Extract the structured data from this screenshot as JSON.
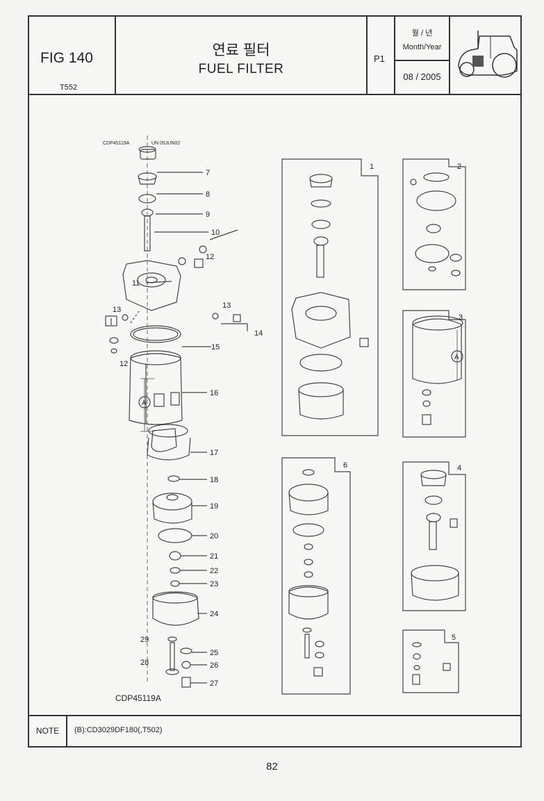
{
  "header": {
    "fig_label": "FIG 140",
    "model": "T552",
    "title_ko": "연료 필터",
    "title_en": "FUEL FILTER",
    "page_code": "P1",
    "month_year_ko": "월 / 년",
    "month_year_en": "Month/Year",
    "date": "08 / 2005"
  },
  "drawing": {
    "ref_left": "CDP45119A",
    "ref_right": "UN 05JUN02",
    "ref_bottom": "CDP45119A",
    "callouts": [
      "7",
      "8",
      "9",
      "10",
      "11",
      "12",
      "13",
      "14",
      "15",
      "16",
      "17",
      "18",
      "19",
      "20",
      "21",
      "22",
      "23",
      "24",
      "25",
      "26",
      "27",
      "28",
      "29"
    ],
    "dimension_label": "A",
    "box_labels": [
      "1",
      "2",
      "3",
      "4",
      "5",
      "6"
    ]
  },
  "note": {
    "label": "NOTE",
    "text": "(B):CD3029DF180(,T502)"
  },
  "footer": {
    "page_number": "82"
  }
}
